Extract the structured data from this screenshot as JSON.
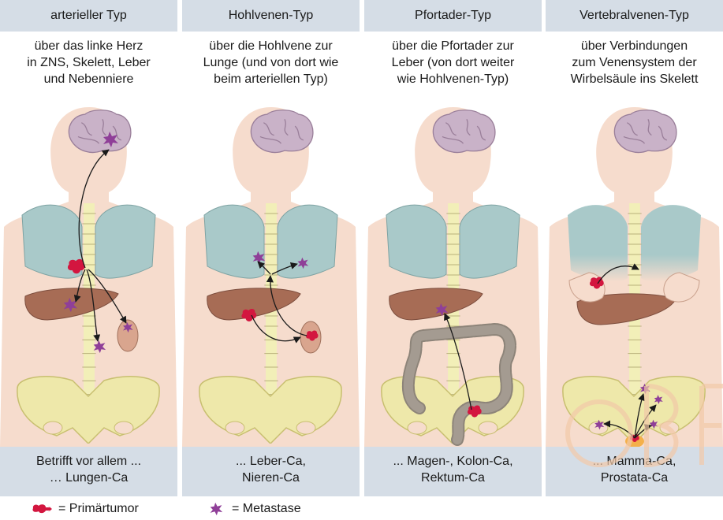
{
  "panels": [
    {
      "header": "arterieller Typ",
      "description": "über das linke Herz\nin ZNS, Skelett, Leber\nund Nebenniere",
      "footer": "Betrifft vor allem ...\n… Lungen-Ca"
    },
    {
      "header": "Hohlvenen-Typ",
      "description": "über die Hohlvene zur\nLunge (und von dort wie\nbeim arteriellen Typ)",
      "footer": "... Leber-Ca,\nNieren-Ca"
    },
    {
      "header": "Pfortader-Typ",
      "description": "über die Pfortader zur\nLeber (von dort weiter\nwie Hohlvenen-Typ)",
      "footer": "... Magen-, Kolon-Ca,\nRektum-Ca"
    },
    {
      "header": "Vertebralvenen-Typ",
      "description": "über Verbindungen\nzum Venensystem der\nWirbelsäule ins Skelett",
      "footer": "... Mamma-Ca,\nProstata-Ca"
    }
  ],
  "legend": {
    "primary": "= Primärtumor",
    "metastasis": "= Metastase"
  },
  "colors": {
    "header_bg": "#d5dde6",
    "skin": "#f6dccd",
    "brain": "#c9b2c8",
    "lung": "#a9c9c9",
    "liver": "#a76c55",
    "pelvis": "#eee8aa",
    "spine": "#f2efb8",
    "colon": "#a49b91",
    "primary_tumor": "#d3163f",
    "metastasis": "#8f3f98"
  }
}
